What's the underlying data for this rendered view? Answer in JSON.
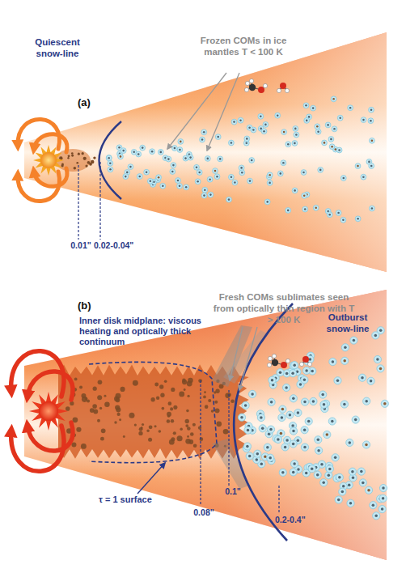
{
  "diagram": {
    "labels": [
      "Quiescent snow-line",
      "Frozen COMs in ice mantles T < 100 K",
      "(a)",
      "0.01\"",
      "0.02-0.04\"",
      "Fresh COMs sublimates seen from optically thin region with T > 100 K",
      "(b)",
      "Outburst snow-line",
      "Inner disk midplane: viscous heating and optically thick continuum",
      "τ = 1 surface",
      "0.1\"",
      "0.08\"",
      "0.2-0.4\""
    ]
  }
}
